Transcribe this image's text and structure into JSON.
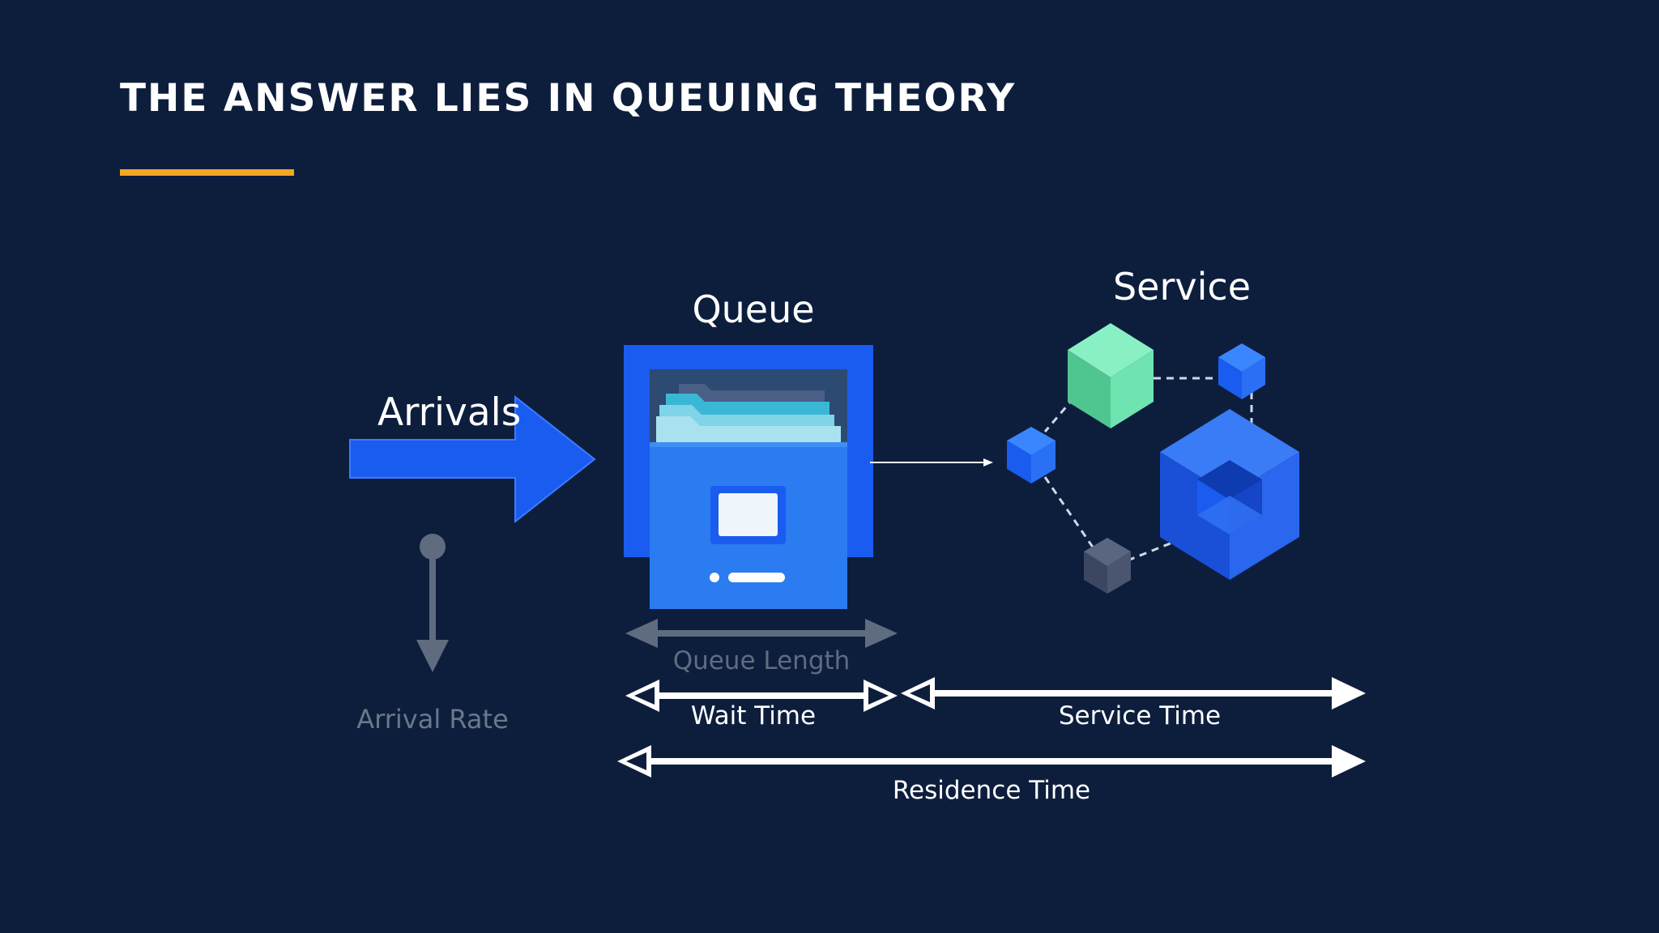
{
  "slide": {
    "title": "THE ANSWER LIES IN QUEUING THEORY",
    "accent_color": "#f5a623",
    "background_color": "#0d1e3d"
  },
  "diagram": {
    "arrivals_label": "Arrivals",
    "arrival_rate_label": "Arrival Rate",
    "queue_label": "Queue",
    "service_label": "Service",
    "queue_length_label": "Queue Length",
    "wait_time_label": "Wait Time",
    "service_time_label": "Service Time",
    "residence_time_label": "Residence Time",
    "icons": {
      "arrivals": "arrow-right-icon",
      "arrival_rate": "pin-arrow-down-icon",
      "queue": "filing-cabinet-icon",
      "service": "cube-network-icon"
    },
    "colors": {
      "primary_blue": "#1a5cf0",
      "muted_gray": "#5f6c80",
      "green_cube": "#5fe0a8",
      "white": "#ffffff"
    }
  }
}
